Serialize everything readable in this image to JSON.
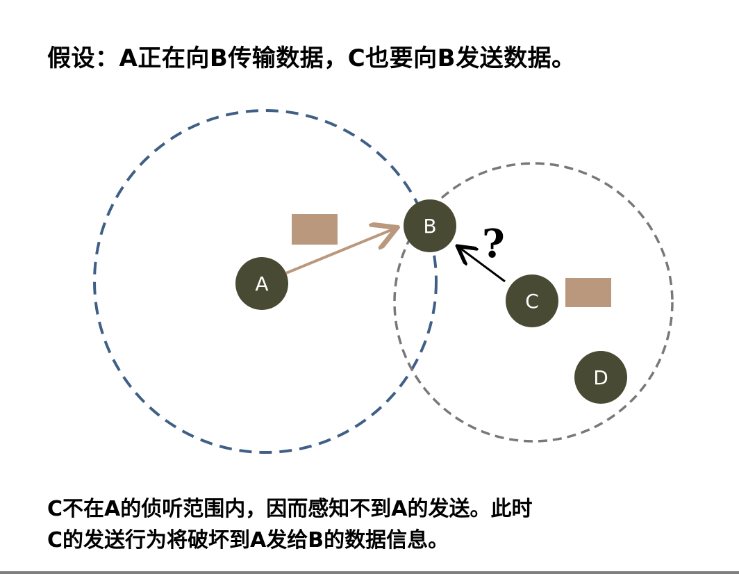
{
  "title": "假设：A正在向B传输数据，C也要向B发送数据。",
  "caption": {
    "line1": "C不在A的侦听范围内，因而感知不到A的发送。此时",
    "line2": "C的发送行为将破坏到A发给B的数据信息。"
  },
  "nodes": {
    "a": "A",
    "b": "B",
    "c": "C",
    "d": "D"
  },
  "question_mark": "?",
  "colors": {
    "node_fill": "#494a33",
    "packet_fill": "#b9987d",
    "range_a": "#3f5f87",
    "range_c": "#787878",
    "arrow_a_b": "#b9987d",
    "arrow_c_b": "#000000"
  }
}
